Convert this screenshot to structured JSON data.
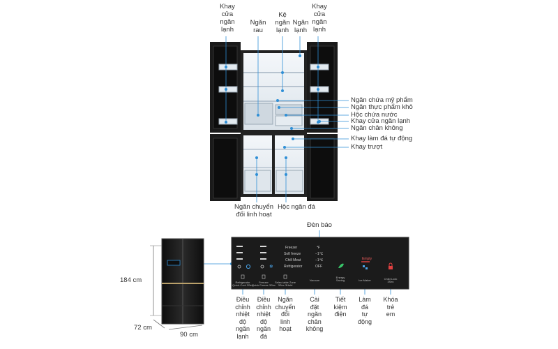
{
  "top_labels": {
    "door_tray_left": [
      "Khay",
      "cửa",
      "ngăn",
      "lạnh"
    ],
    "veg_drawer": [
      "Ngăn",
      "rau"
    ],
    "fridge_shelf": [
      "Kệ",
      "ngăn",
      "lạnh"
    ],
    "fridge_compartment": [
      "Ngăn",
      "lạnh"
    ],
    "door_tray_right": [
      "Khay",
      "cửa",
      "ngăn",
      "lạnh"
    ]
  },
  "right_labels": [
    "Ngăn chứa mỹ phẩm",
    "Ngăn thực phẩm khô",
    "Hộc chứa nước",
    "Khay cửa ngăn lạnh",
    "Ngăn chân không",
    "Khay làm đá tự động",
    "Khay trượt"
  ],
  "bottom_labels": {
    "flex_compartment": [
      "Ngăn chuyển",
      "đổi linh hoạt"
    ],
    "ice_bin": "Hộc ngăn đá"
  },
  "control_panel": {
    "indicator_label": "Đèn báo",
    "modes": [
      "Freezer",
      "Soft freeze",
      "Chill Meat",
      "Refrigerator"
    ],
    "mode_values": [
      "℉",
      "−1℃",
      "−1℃",
      "OFF"
    ],
    "status_text": "Empty",
    "buttons": [
      [
        "Refrigerator",
        "Quick Cool 3Sec"
      ],
      [
        "Freezer",
        "Quick Freeze 3Sec"
      ],
      [
        "Selec table Zone",
        "3Sec 3Hold"
      ],
      [
        "Vacuum",
        ""
      ],
      [
        "Energy",
        "Saving"
      ],
      [
        "Ice Maker",
        ""
      ],
      [
        "Child Lock",
        "3Sec"
      ]
    ]
  },
  "panel_captions": [
    [
      "Điều",
      "chỉnh",
      "nhiệt",
      "độ",
      "ngăn",
      "lạnh"
    ],
    [
      "Điều",
      "chỉnh",
      "nhiệt",
      "độ",
      "ngăn",
      "đá"
    ],
    [
      "Ngăn",
      "chuyển",
      "đổi",
      "linh",
      "hoạt"
    ],
    [
      "Cài",
      "đặt",
      "ngăn",
      "chân",
      "không"
    ],
    [
      "Tiết",
      "kiệm",
      "điện"
    ],
    [
      "Làm",
      "đá",
      "tự",
      "động"
    ],
    [
      "Khóa",
      "trẻ",
      "em"
    ]
  ],
  "dimensions": {
    "height": "184 cm",
    "depth": "72 cm",
    "width": "90 cm"
  },
  "colors": {
    "pointer": "#2f8fd6",
    "body": "#151515",
    "panel": "#1b1b1b",
    "glow_green": "#39c66a",
    "glow_red": "#e04040"
  }
}
